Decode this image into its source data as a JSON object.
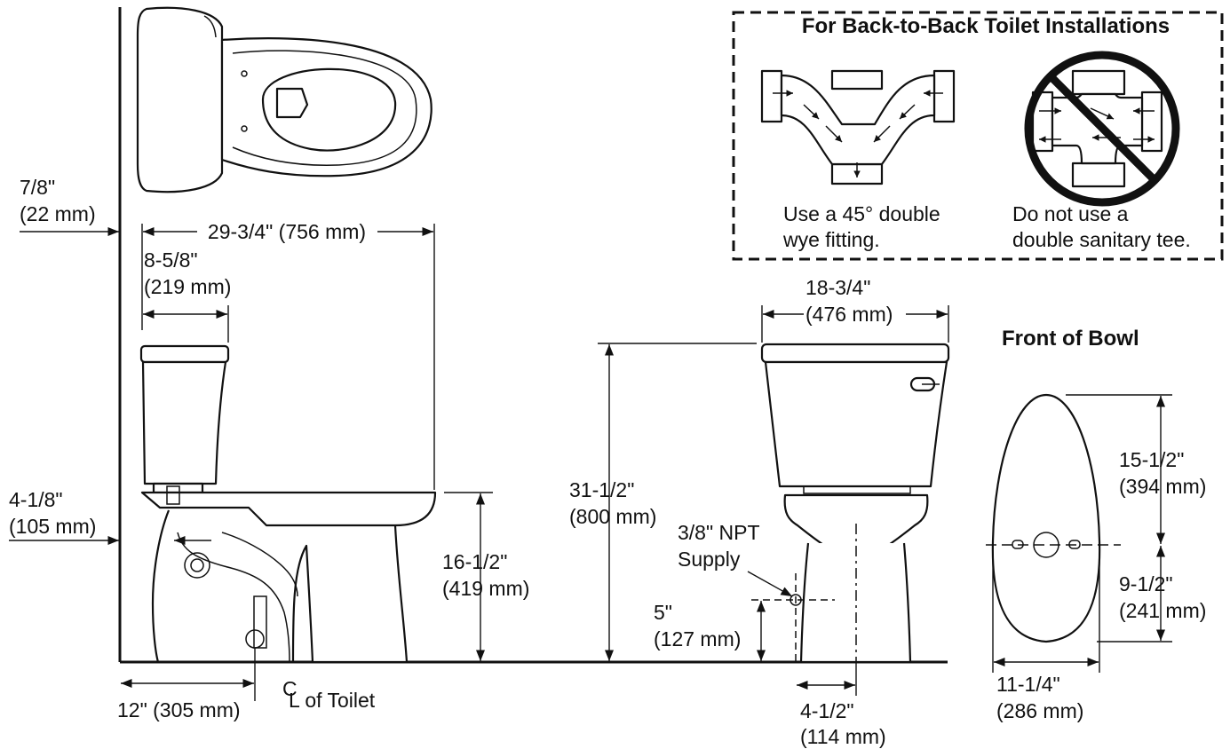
{
  "inset": {
    "title": "For Back-to-Back Toilet Installations",
    "left_caption": [
      "Use a 45° double",
      "wye fitting."
    ],
    "right_caption": [
      "Do not use a",
      "double sanitary tee."
    ]
  },
  "views": {
    "front_of_bowl": "Front of Bowl",
    "centerline_label": "L of Toilet",
    "centerline_symbol": "C"
  },
  "dimensions": {
    "wall_offset": [
      "7/8\"",
      "(22 mm)"
    ],
    "overall_depth": "29-3/4\" (756 mm)",
    "tank_depth": [
      "8-5/8\"",
      "(219 mm)"
    ],
    "supply_offset": [
      "4-1/8\"",
      "(105 mm)"
    ],
    "rough_in": "12\" (305 mm)",
    "rim_height": [
      "16-1/2\"",
      "(419 mm)"
    ],
    "overall_height": [
      "31-1/2\"",
      "(800 mm)"
    ],
    "tank_width": [
      "18-3/4\"",
      "(476 mm)"
    ],
    "supply_label": [
      "3/8\" NPT",
      "Supply"
    ],
    "supply_height": [
      "5\"",
      "(127 mm)"
    ],
    "supply_lateral": [
      "4-1/2\"",
      "(114 mm)"
    ],
    "bowl_front": [
      "15-1/2\"",
      "(394 mm)"
    ],
    "bowl_rear": [
      "9-1/2\"",
      "(241 mm)"
    ],
    "bowl_width": [
      "11-1/4\"",
      "(286 mm)"
    ]
  },
  "icons": [
    "arrow-icon",
    "prohibition-icon"
  ]
}
